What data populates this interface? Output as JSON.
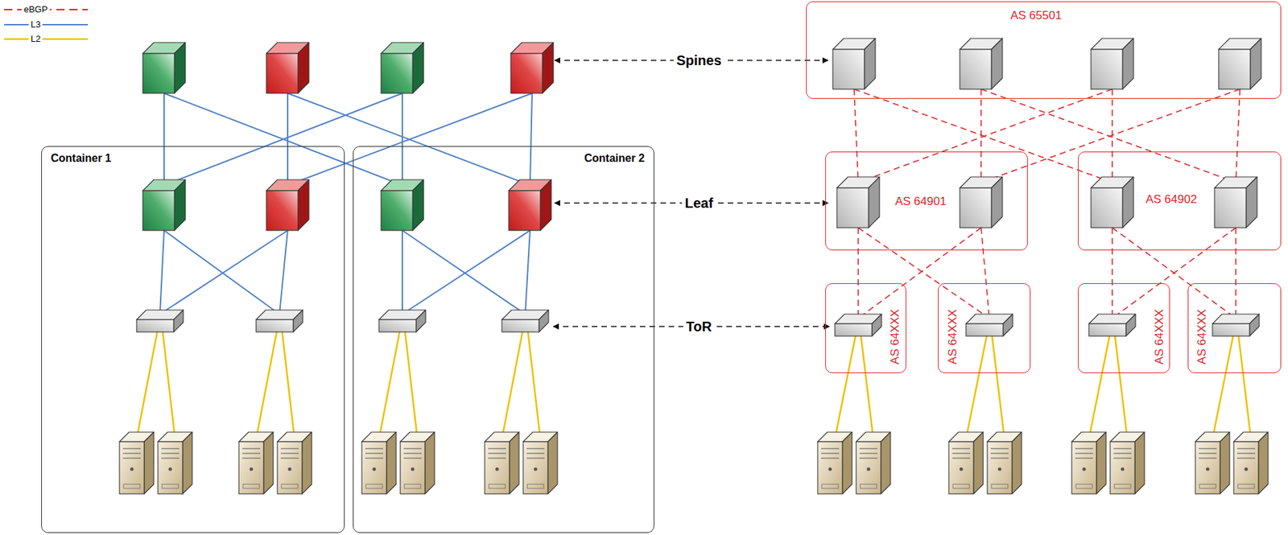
{
  "diagram": {
    "nodes": [
      {
        "text": [
          "AS 65501"
        ]
      },
      {
        "text": [
          "Container 1"
        ]
      },
      {
        "text": [
          "Container 2"
        ]
      },
      {
        "text": [
          "AS 64901"
        ]
      },
      {
        "text": [
          "AS 64902"
        ]
      },
      {
        "text": [
          "AS 64XXX"
        ]
      },
      {
        "text": [
          "AS 64XXX"
        ]
      },
      {
        "text": [
          "AS 64XXX"
        ]
      },
      {
        "text": [
          "AS 64XXX"
        ]
      }
    ],
    "labels": [
      "Spines",
      "Leaf",
      "ToR"
    ],
    "legend": [
      {
        "text": "eBGP"
      },
      {
        "text": "L3"
      },
      {
        "text": "L2"
      }
    ]
  }
}
